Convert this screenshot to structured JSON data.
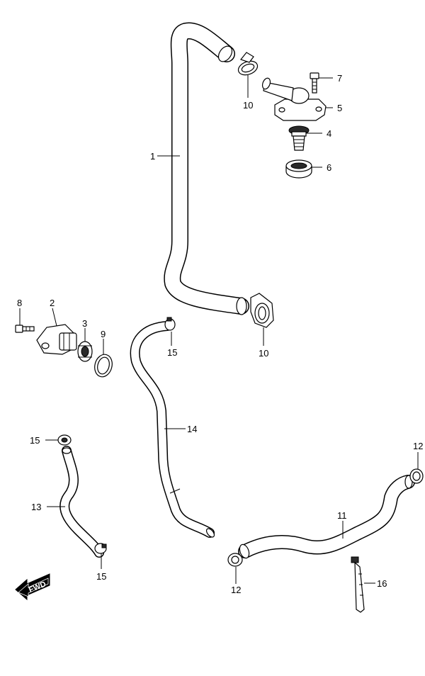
{
  "callouts": [
    {
      "id": "c1",
      "label": "1"
    },
    {
      "id": "c2",
      "label": "2"
    },
    {
      "id": "c3",
      "label": "3"
    },
    {
      "id": "c4",
      "label": "4"
    },
    {
      "id": "c5",
      "label": "5"
    },
    {
      "id": "c6",
      "label": "6"
    },
    {
      "id": "c7",
      "label": "7"
    },
    {
      "id": "c8",
      "label": "8"
    },
    {
      "id": "c9",
      "label": "9"
    },
    {
      "id": "c10a",
      "label": "10"
    },
    {
      "id": "c10b",
      "label": "10"
    },
    {
      "id": "c11",
      "label": "11"
    },
    {
      "id": "c12a",
      "label": "12"
    },
    {
      "id": "c12b",
      "label": "12"
    },
    {
      "id": "c13",
      "label": "13"
    },
    {
      "id": "c14",
      "label": "14"
    },
    {
      "id": "c15a",
      "label": "15"
    },
    {
      "id": "c15b",
      "label": "15"
    },
    {
      "id": "c15c",
      "label": "15"
    },
    {
      "id": "c16",
      "label": "16"
    }
  ],
  "fwd_marker": {
    "label": "FWD"
  }
}
